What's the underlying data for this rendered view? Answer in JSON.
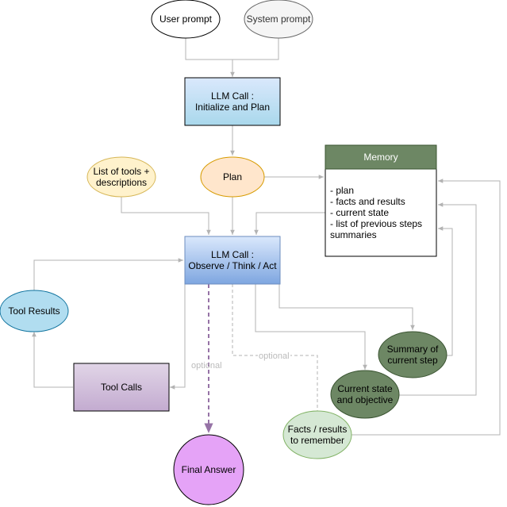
{
  "nodes": {
    "user_prompt": "User prompt",
    "system_prompt": "System prompt",
    "llm_init_line1": "LLM Call :",
    "llm_init_line2": "Initialize and Plan",
    "tools_line1": "List of tools +",
    "tools_line2": "descriptions",
    "plan": "Plan",
    "memory_title": "Memory",
    "memory_items": [
      "- plan",
      "- facts and results",
      "- current state",
      "- list of previous steps",
      "summaries"
    ],
    "llm_loop_line1": "LLM Call :",
    "llm_loop_line2": "Observe / Think / Act",
    "tool_results": "Tool Results",
    "tool_calls": "Tool Calls",
    "summary_line1": "Summary of",
    "summary_line2": "current step",
    "state_line1": "Current state",
    "state_line2": "and objective",
    "facts_line1": "Facts / results",
    "facts_line2": "to remember",
    "final_answer": "Final Answer"
  },
  "edge_labels": {
    "optional_left": "optional",
    "optional_right": "optional"
  },
  "colors": {
    "llm_fill_top": "#dae8fc",
    "llm_fill_bottom": "#7ea6e0",
    "memory_header": "#6d8764",
    "tool_calls_fill_top": "#e1d5e7",
    "tool_calls_fill_bottom": "#c3abd0",
    "final_answer_fill": "#e5a3f7",
    "final_edge": "#9673a6"
  }
}
